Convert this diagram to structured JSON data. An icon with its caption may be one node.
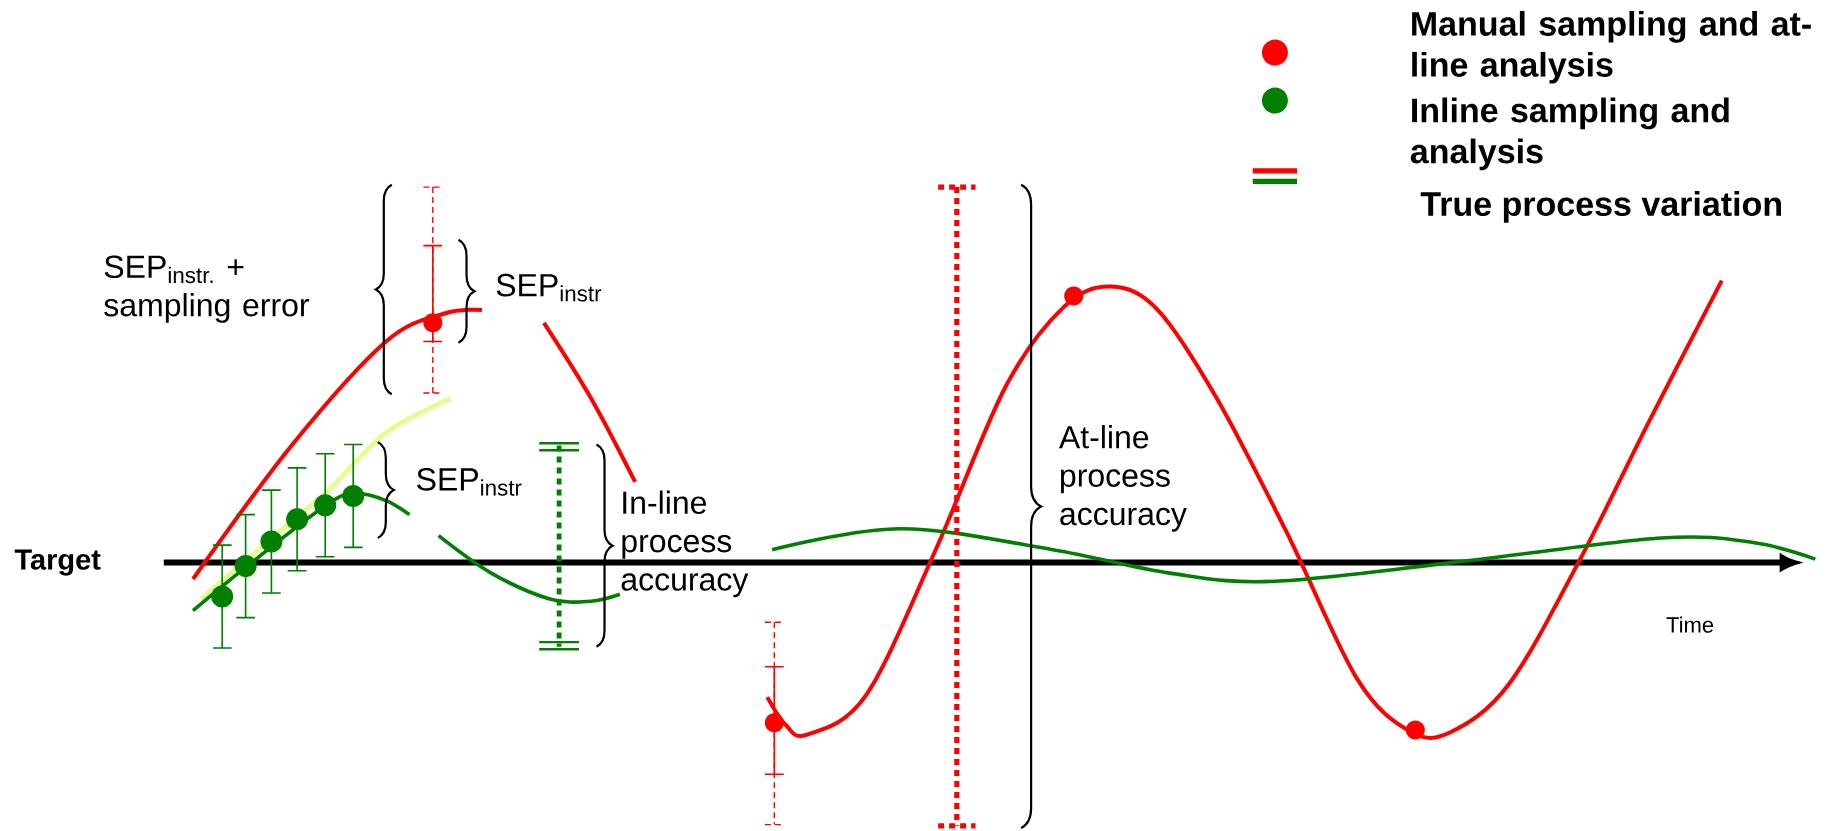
{
  "diagram": {
    "labels": [
      "SEP$_{instr.}$ + sampling error",
      "SEP$_{instr}$",
      "At-line process accuracy",
      "SEP$_{instr}$",
      "In-line process accuracy",
      "Target",
      "Time"
    ],
    "legend": [
      {
        "text": "Manual sampling and at-line analysis"
      },
      {
        "text": "Inline sampling and analysis"
      },
      {
        "text": "True process variation"
      }
    ]
  }
}
